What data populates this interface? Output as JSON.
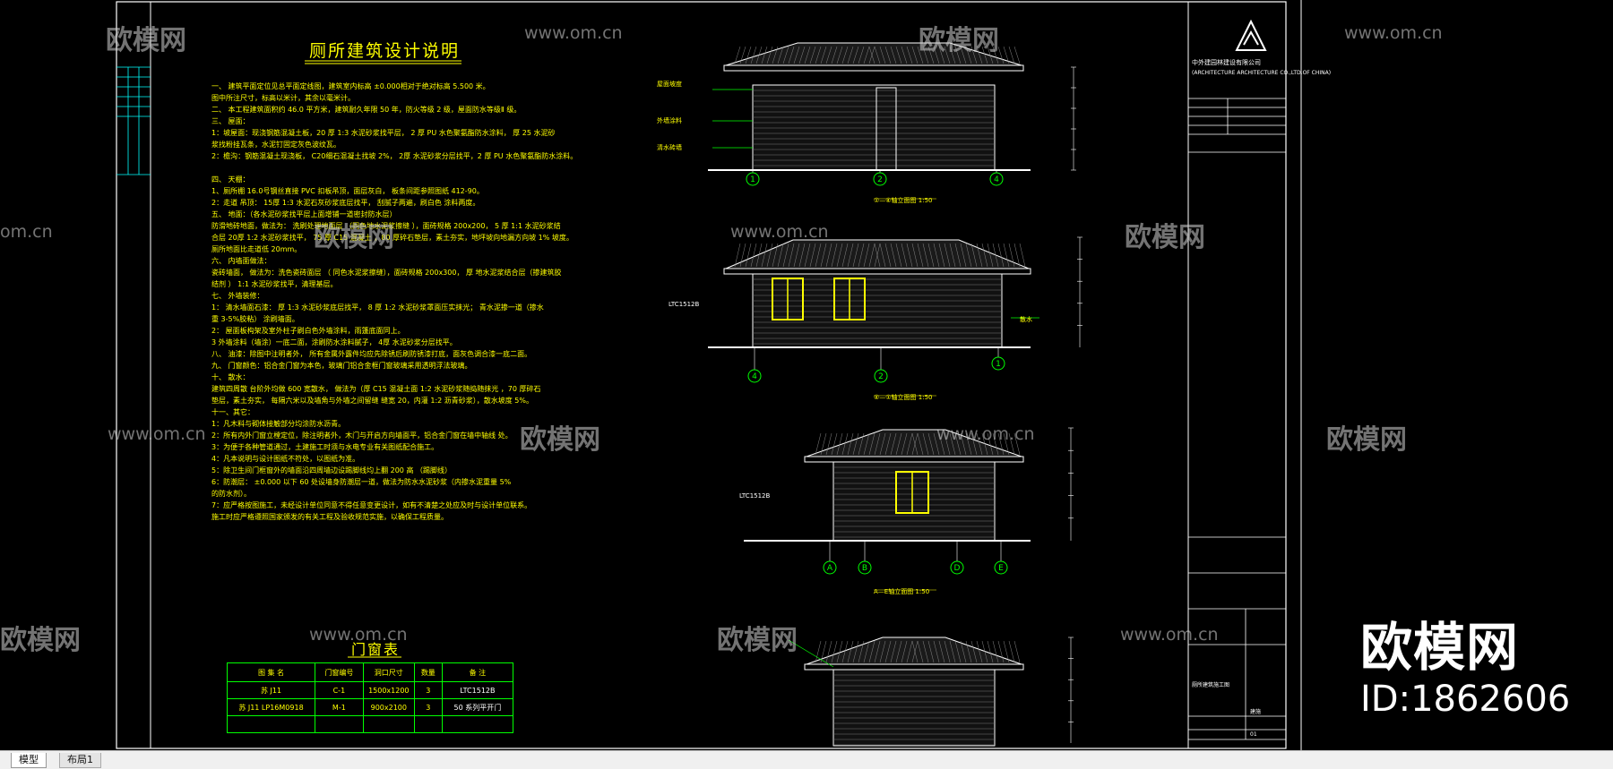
{
  "title_main": "厕所建筑设计说明",
  "title_table": "门窗表",
  "notes": [
    "一、   建筑平面定位见总平面定线图，建筑室内标高  ±0.000相对于绝对标高  5.500 米。",
    "        图中所注尺寸，标高以米计，其余以毫米计。",
    "二、   本工程建筑面积约      46.0 平方米，建筑耐久年限    50 年，防火等级   2 级，屋面防水等级Ⅱ 级。",
    "三、   屋面：",
    "      1：坡屋面：现浇钢筋混凝土板，20 厚 1:3 水泥砂浆找平层， 2 厚 PU 水色聚氨酯防水涂料，   厚 25  水泥砂",
    "          浆找粉挂瓦条，水泥钉固定灰色波纹瓦。",
    "      2：檐沟：钢筋混凝土现浇板，  C20细石混凝土找坡     2%，  2厚 水泥砂浆分层找平，2 厚 PU 水色聚氨酯防水涂料。",
    "四、   天棚：",
    "      1、厕所棚   16.0号钢丝直接     PVC 扣板吊顶，面层灰白，   板条间距参照图纸    412-90。",
    "      2：走道   吊顶：    15厚    1:3  水泥石灰砂浆底层找平，    刮腻子两遍，刷白色    涂料两度。",
    "五、   地面：（各水泥砂浆找平层上面增铺一道密封防水层）",
    "        防滑地砖地面，做法为：    洗刷处理地面层    （同色地水泥浆擦缝   ），面砖规格   200x200，    5 厚 1:1 水泥砂浆结",
    "        合层     20厚   1:2  水泥砂浆找平，   75 厚   C15 混凝土 ，80 厚碎石垫层，素土夯实，地坪坡向地漏方向坡   1%  坡度。",
    "        厕所地面比走道低     20mm。",
    "六、   内墙面做法：",
    "        瓷砖墙面，   做法为：洗色瓷砖面层  （  同色水泥浆擦缝），面砖规格 200x300，  厚    地水泥浆结合层（掺建筑胶",
    "        结剂  ）     1:1  水泥砂浆找平，清理基层。",
    "七、   外墙装修：",
    "      1：  清水墙面石漆：   厚   1:3 水泥砂浆底层找平，    8 厚 1:2 水泥砂浆罩面压实抹光；     青水泥掺一道（掺水",
    "          重 3-5%胶粘）      涂刷墙面。",
    "      2：  屋面板构架及室外柱子刷白色外墙涂料，雨篷底面同上。",
    "      3    外墙涂料（墙涂）一底二面，涂刷防水涂料腻子，  4厚    水泥砂浆分层找平。",
    "八、   油漆：除图中注明者外，    所有金属外露件均应先除锈后刷防锈漆打底，面灰色调合漆一底二面。",
    "九、   门窗颜色：铝合金门窗为本色，玻璃门铝合金框门窗玻璃采用透明浮法玻璃。",
    "十、   散水：",
    "        建筑四周散    台阶外均做       600  宽散水，   做法为（厚   C15  混凝土面  1:2  水泥砂浆随捣随抹光     ，70 厚碎石",
    "        垫层，素土夯实，    每隔六米以及墙角与外墙之间留缝   缝宽  20，内灌  1:2  沥青砂浆），散水坡度    5%。",
    "十一、其它：",
    "      1：凡木料与砌体接触部分均涂防水沥青。",
    "      2：所有内外门窗立樘定位，除注明者外，木门与开启方向墙面平，铝合金门窗在墙中轴线             处。",
    "      3：为便于各种管道通过，土建施工时须与水电专业有关图纸配合施工。",
    "      4：凡本说明与设计图纸不符处，以图纸为准。",
    "      5：除卫生间门框窗外的墙面沿四周墙边设踢脚线均上翻     200  高  （踢脚线）",
    "      6：防潮层：     ±0.000   以下 60  处设墙身防潮层一道，做法为防水水泥砂浆（内掺水泥重量          5%",
    "          的防水剂）。",
    "      7：应严格按图施工，未经设计单位同意不得任意变更设计，如有不清楚之处应及时与设计单位联系。",
    "          施工时应严格遵照国家颁发的有关工程及验收规范实施，以确保工程质量。"
  ],
  "table": {
    "headers": [
      "图 集 名",
      "门窗编号",
      "洞口尺寸",
      "数量",
      "备      注"
    ],
    "rows": [
      [
        "苏 J11",
        "C-1",
        "1500x1200",
        "3",
        "LTC1512B"
      ],
      [
        "苏 J11 LP16M0918",
        "M-1",
        "900x2100",
        "3",
        "50 系列平开门"
      ]
    ]
  },
  "elevations": [
    {
      "caption": "①—④轴立面图   1:50",
      "axes": [
        "1",
        "2",
        "4"
      ]
    },
    {
      "caption": "④—①轴立面图   1:50",
      "axes": [
        "4",
        "2",
        "1"
      ],
      "window_label": "LTC1512B"
    },
    {
      "caption": "A—E轴立面图   1:50",
      "axes": [
        "A",
        "B",
        "D",
        "E"
      ],
      "window_label": "LTC1512B"
    },
    {
      "caption": "",
      "axes": []
    }
  ],
  "leaders": [
    "屋面坡度",
    "外墙涂料",
    "清水砖墙",
    "散水"
  ],
  "titleblock": {
    "company_line1": "中外建园林建设有限公司",
    "company_line2": "(ARCHITECTURE ARCHITECTURE CO.,LTD.OF CHINA)",
    "project": "厕所建筑施工图",
    "drawing": "建施",
    "sheet": "01"
  },
  "watermarks": {
    "brand": "欧模网",
    "url": "www.om.cn",
    "url_partial": "om.cn",
    "big_brand": "欧模网",
    "big_id": "ID:1862606"
  },
  "statusbar": {
    "tab_model": "模型",
    "tab_layout": "布局1"
  },
  "colors": {
    "background": "#000000",
    "text": "#ffff00",
    "line": "#ffffff",
    "frame": "#00ffff",
    "accent": "#00ff00",
    "window": "#ffff00"
  }
}
